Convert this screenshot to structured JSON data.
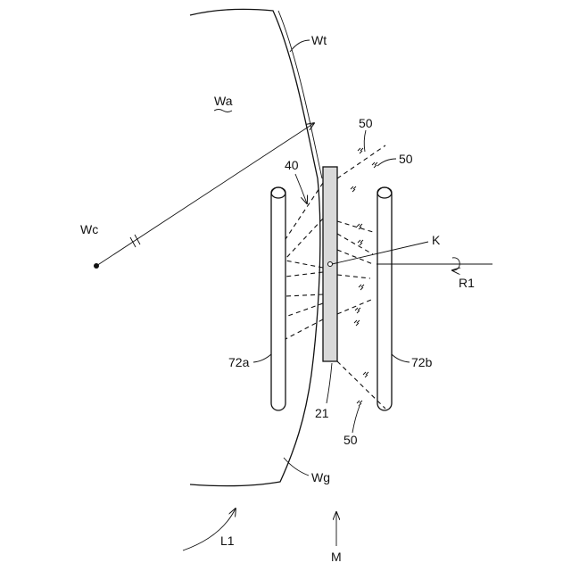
{
  "colors": {
    "line": "#111111",
    "plate_fill": "#d9d9d9",
    "background": "#ffffff"
  },
  "labels": {
    "wt": "Wt",
    "wa": "Wa",
    "wc": "Wc",
    "wg": "Wg",
    "ref_40": "40",
    "ref_50_top": "50",
    "ref_50_right": "50",
    "ref_50_bottom": "50",
    "ref_21": "21",
    "ref_72a": "72a",
    "ref_72b": "72b",
    "k": "K",
    "r1": "R1",
    "l1": "L1",
    "m": "M"
  }
}
